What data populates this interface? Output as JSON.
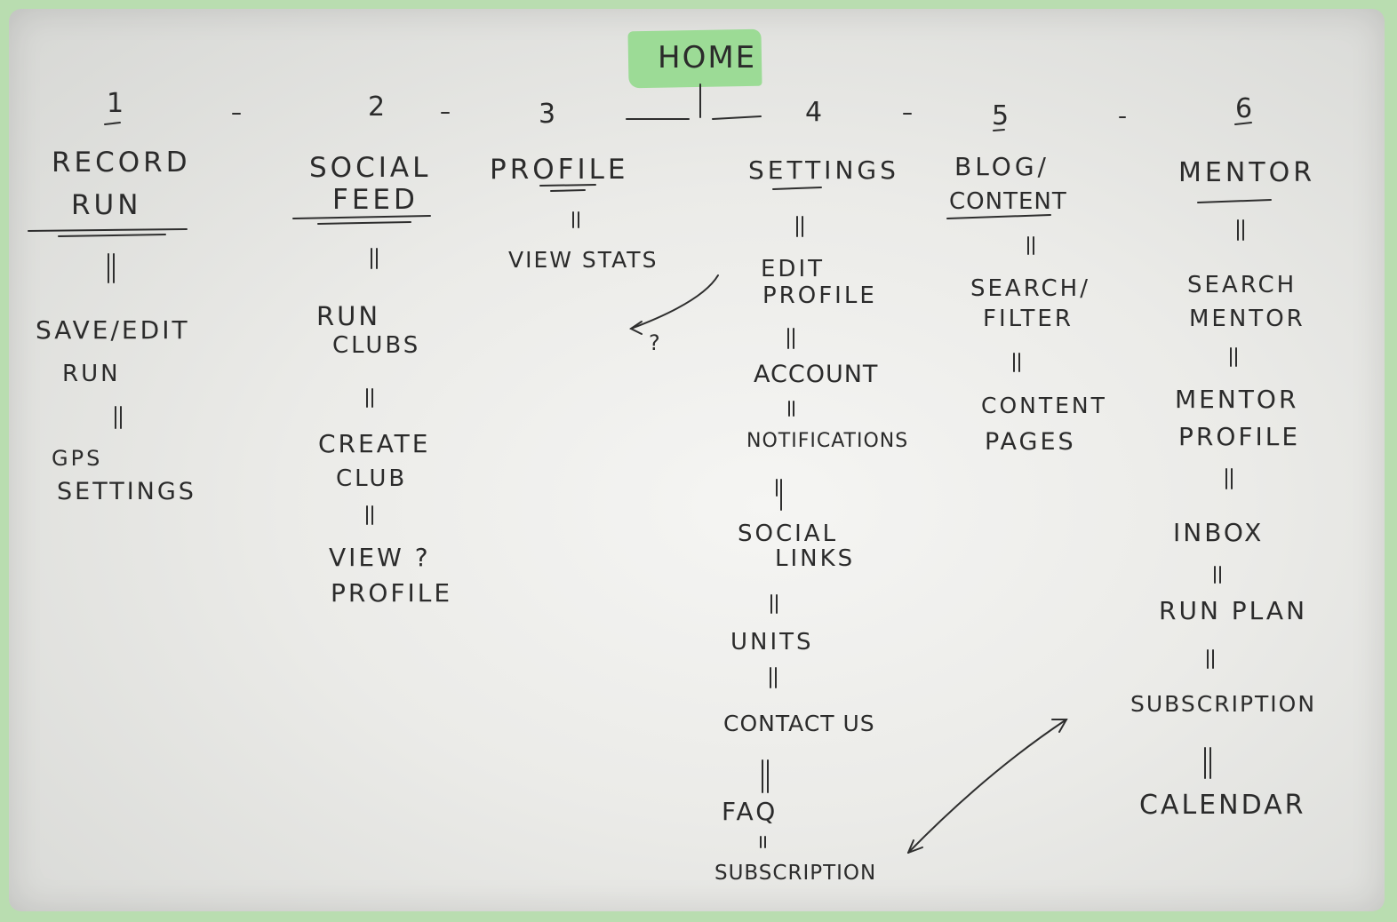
{
  "home": "HOME",
  "columns": [
    {
      "number": "1",
      "title": [
        "RECORD",
        "RUN"
      ],
      "items": [
        [
          "SAVE/EDIT",
          "RUN"
        ],
        [
          "GPS",
          "SETTINGS"
        ]
      ]
    },
    {
      "number": "2",
      "title": [
        "SOCIAL",
        "FEED"
      ],
      "items": [
        [
          "RUN",
          "CLUBS"
        ],
        [
          "CREATE",
          "CLUB"
        ],
        [
          "VIEW ?",
          "PROFILE"
        ]
      ]
    },
    {
      "number": "3",
      "title": [
        "PROFILE"
      ],
      "items": [
        [
          "VIEW STATS"
        ]
      ]
    },
    {
      "number": "4",
      "title": [
        "SETTINGS"
      ],
      "items": [
        [
          "EDIT",
          "PROFILE"
        ],
        [
          "ACCOUNT"
        ],
        [
          "NOTIFICATIONS"
        ],
        [
          "SOCIAL",
          "LINKS"
        ],
        [
          "UNITS"
        ],
        [
          "CONTACT US"
        ],
        [
          "FAQ"
        ],
        [
          "SUBSCRIPTION"
        ]
      ]
    },
    {
      "number": "5",
      "title": [
        "BLOG/",
        "CONTENT"
      ],
      "items": [
        [
          "SEARCH/",
          "FILTER"
        ],
        [
          "CONTENT",
          "PAGES"
        ]
      ]
    },
    {
      "number": "6",
      "title": [
        "MENTOR"
      ],
      "items": [
        [
          "SEARCH",
          "MENTOR"
        ],
        [
          "MENTOR",
          "PROFILE"
        ],
        [
          "INBOX"
        ],
        [
          "RUN PLAN"
        ],
        [
          "SUBSCRIPTION"
        ],
        [
          "CALENDAR"
        ]
      ]
    }
  ],
  "annotation": "?",
  "colors": {
    "highlight": "#8fd988",
    "ink": "#2b2b2b"
  }
}
